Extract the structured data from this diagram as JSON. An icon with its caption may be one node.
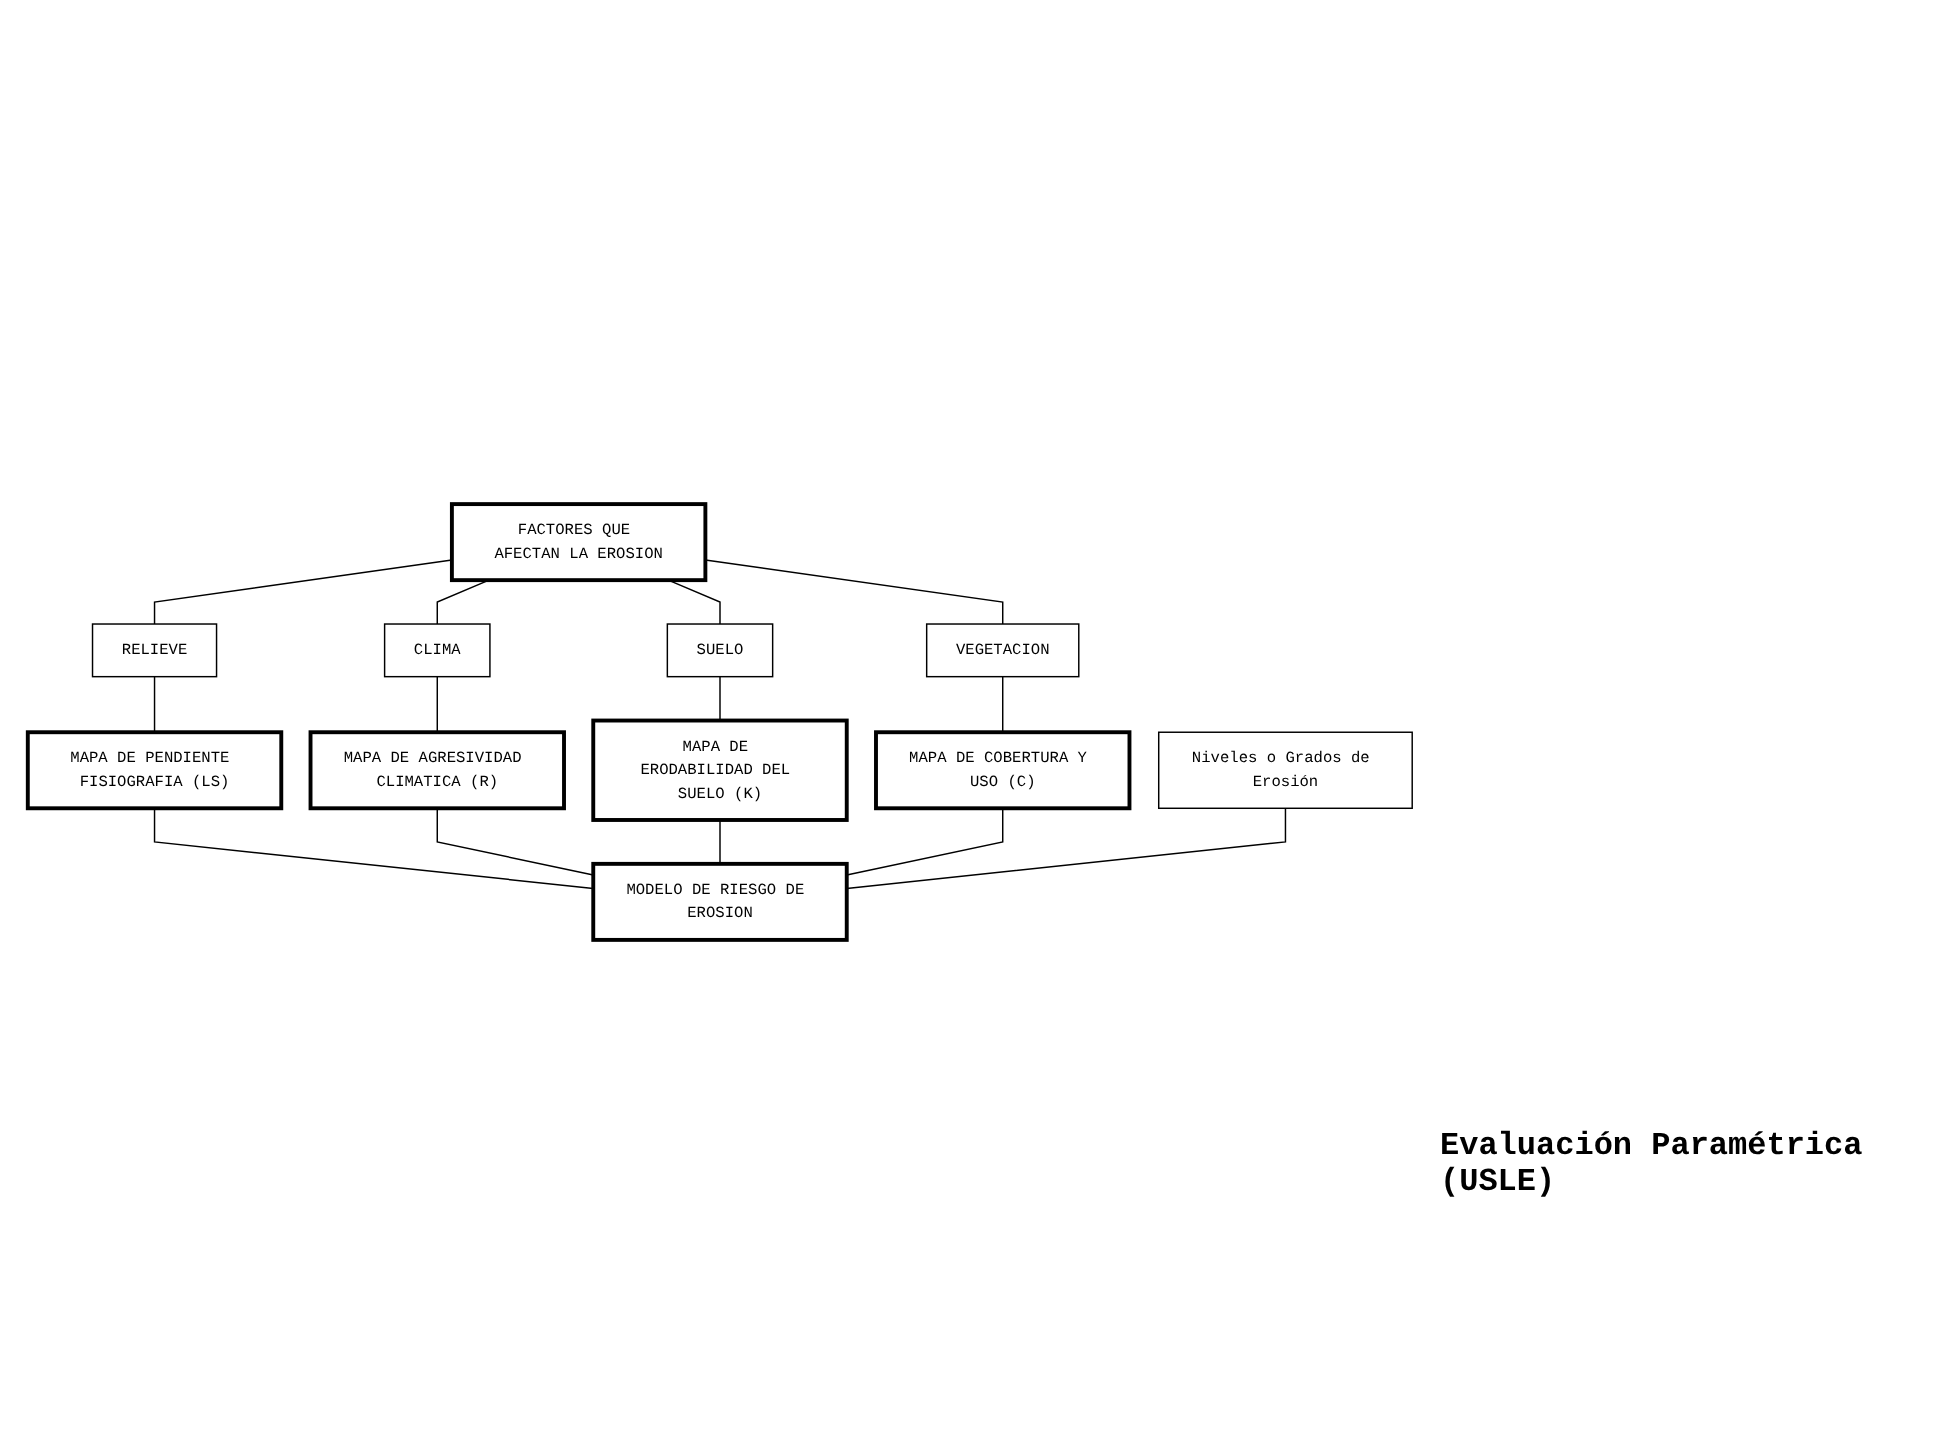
{
  "diagram": {
    "nodes": [
      {
        "text": [
          "FACTORES QUE AFECTAN LA EROSION"
        ]
      },
      {
        "text": [
          "RELIEVE"
        ]
      },
      {
        "text": [
          "CLIMA"
        ]
      },
      {
        "text": [
          "SUELO"
        ]
      },
      {
        "text": [
          "VEGETACION"
        ]
      },
      {
        "text": [
          "MAPA DE PENDIENTE FISIOGRAFIA (LS)"
        ]
      },
      {
        "text": [
          "MAPA DE AGRESIVIDAD CLIMATICA (R)"
        ]
      },
      {
        "text": [
          "MAPA DE ERODABILIDAD DEL SUELO (K)"
        ]
      },
      {
        "text": [
          "MAPA DE COBERTURA Y USO (C)"
        ]
      },
      {
        "text": [
          "Niveles o Grados de Erosión"
        ]
      },
      {
        "text": [
          "MODELO DE RIESGO DE EROSION"
        ]
      }
    ],
    "edges": [
      {
        "from": 0,
        "to": 1,
        "arrow": "none"
      },
      {
        "from": 0,
        "to": 2,
        "arrow": "none"
      },
      {
        "from": 0,
        "to": 3,
        "arrow": "none"
      },
      {
        "from": 0,
        "to": 4,
        "arrow": "none"
      },
      {
        "from": 1,
        "to": 5,
        "arrow": "none"
      },
      {
        "from": 2,
        "to": 6,
        "arrow": "none"
      },
      {
        "from": 3,
        "to": 7,
        "arrow": "none"
      },
      {
        "from": 4,
        "to": 8,
        "arrow": "none"
      },
      {
        "from": 5,
        "to": 10,
        "arrow": "none"
      },
      {
        "from": 6,
        "to": 10,
        "arrow": "none"
      },
      {
        "from": 7,
        "to": 10,
        "arrow": "none"
      },
      {
        "from": 8,
        "to": 10,
        "arrow": "none"
      },
      {
        "from": 9,
        "to": 10,
        "arrow": "none"
      }
    ],
    "labels": [
      "Evaluación Paramétrica (USLE)"
    ]
  }
}
